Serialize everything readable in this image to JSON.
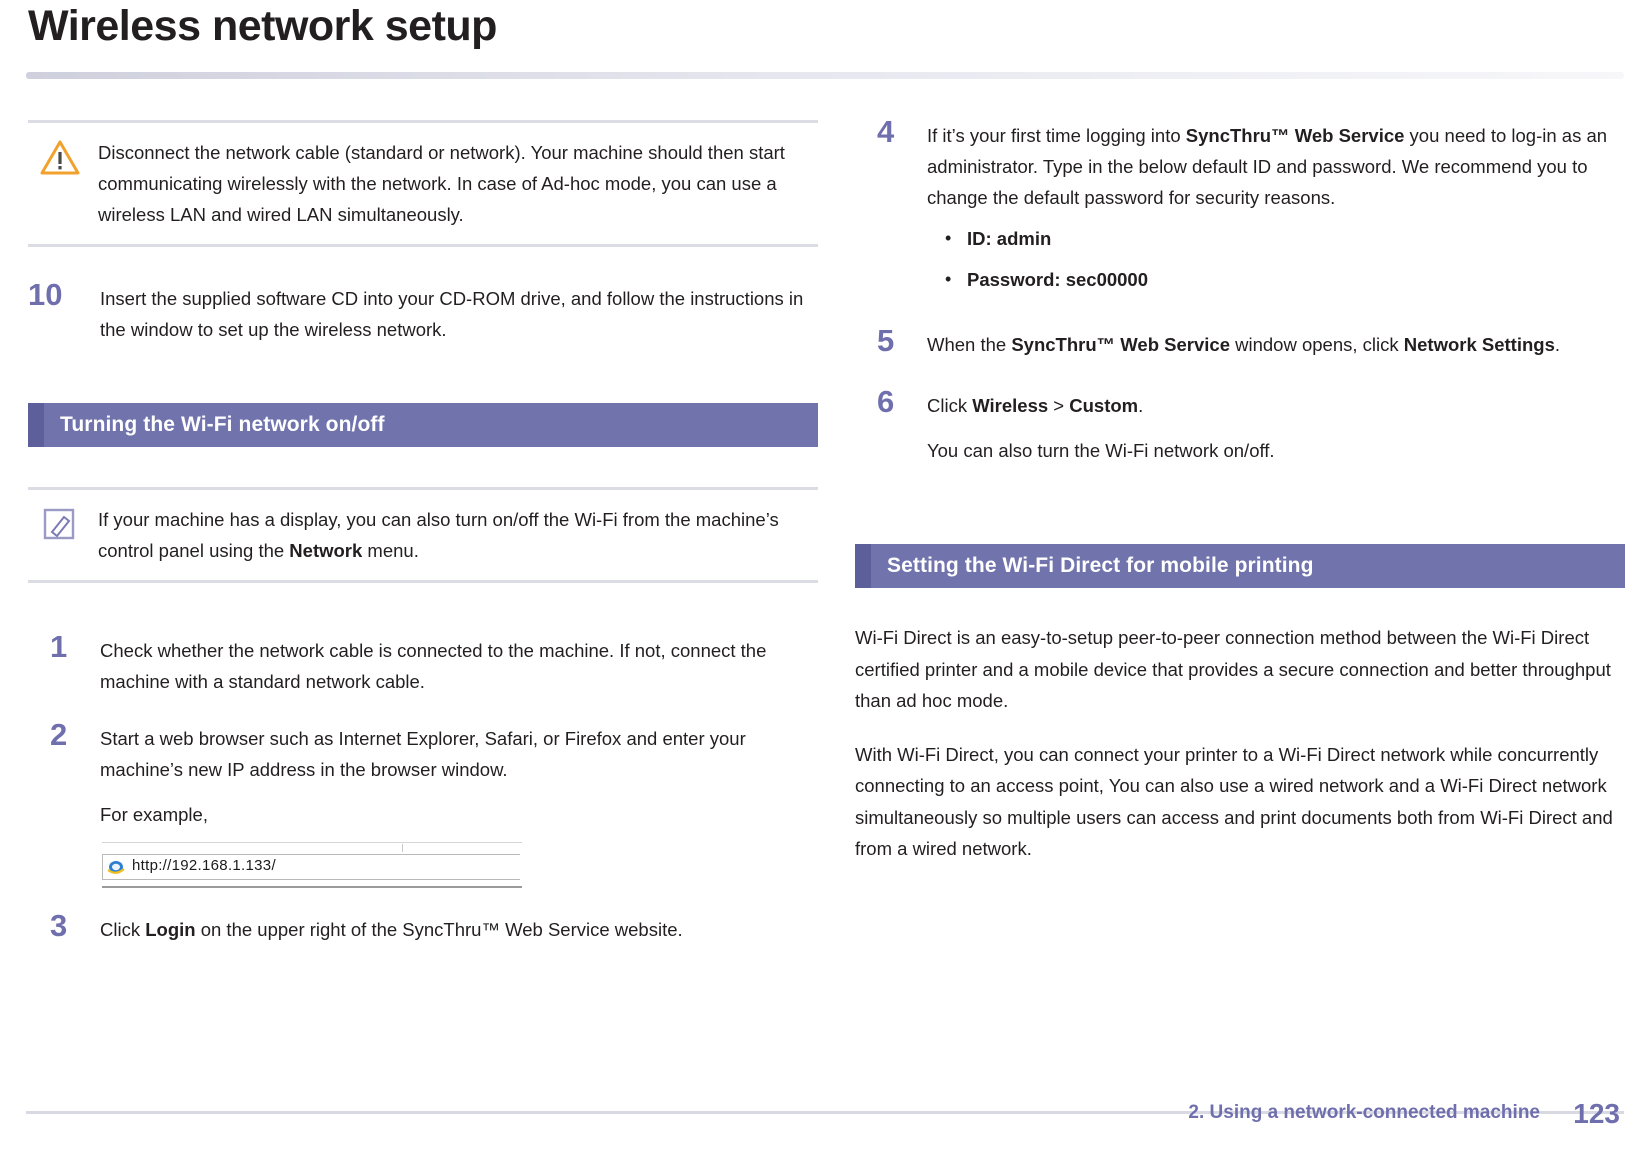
{
  "header": {
    "title": "Wireless network setup"
  },
  "left": {
    "note": {
      "icon": "warning-triangle-icon",
      "text": "Disconnect the network cable (standard or network). Your machine should then start communicating wirelessly with the network. In case of Ad-hoc mode, you can use a wireless LAN and wired LAN simultaneously."
    },
    "step10": {
      "number": "10",
      "text": "Insert the supplied software CD into your CD-ROM drive, and follow the instructions in the window to set up the wireless network."
    },
    "section_bar": "Turning the Wi-Fi network on/off",
    "tip": {
      "icon": "note-pencil-icon",
      "text_1": "If your machine has a display, you can also turn on/off the Wi-Fi from the machine’s control panel using the ",
      "bold": "Network",
      "text_2": " menu."
    },
    "step1": {
      "number": "1",
      "text": "Check whether the network cable is connected to the machine. If not, connect the machine with a standard network cable."
    },
    "step2": {
      "number": "2",
      "text": "Start a web browser such as Internet Explorer, Safari, or Firefox and enter your machine’s new IP address in the browser window.",
      "example_label": "For example,"
    },
    "address_bar": {
      "icon": "internet-explorer-icon",
      "url": "http://192.168.1.133/"
    },
    "step3": {
      "number": "3",
      "text_1": "Click ",
      "bold": "Login",
      "text_2": " on the upper right of the SyncThru™ Web Service website."
    }
  },
  "right": {
    "step4": {
      "number": "4",
      "text_1": "If it’s your first time logging into ",
      "bold_1": "SyncThru™ Web Service",
      "text_2": " you need to log-in as an administrator.  Type in the below default ID and password. We recommend you to change the default password for security reasons.",
      "bullets": [
        "ID: admin",
        "Password: sec00000"
      ]
    },
    "step5": {
      "number": "5",
      "text_1": "When the ",
      "bold_1": "SyncThru™ Web Service",
      "text_2": " window opens, click ",
      "bold_2": "Network Settings",
      "text_3": "."
    },
    "step6": {
      "number": "6",
      "text_1": "Click ",
      "bold_1": "Wireless",
      "text_2": " > ",
      "bold_2": "Custom",
      "text_3": ".",
      "sub": "You can also turn the Wi-Fi network on/off."
    },
    "section_bar": "Setting the Wi-Fi Direct for mobile printing",
    "para1": "Wi-Fi Direct is an easy-to-setup peer-to-peer connection method between the Wi-Fi Direct certified printer and a mobile device that provides a secure connection and better throughput than ad hoc mode.",
    "para2": "With Wi-Fi Direct, you can connect your printer to a Wi-Fi Direct network while concurrently connecting to an access point, You can also use a wired network and a Wi-Fi Direct network simultaneously so multiple users can access and print documents both from Wi-Fi Direct and from a wired network."
  },
  "footer": {
    "chapter": "2.  Using a network-connected machine",
    "page": "123"
  },
  "colors": {
    "accent": "#6f6fae",
    "section_bar": "#7173ad",
    "section_tab": "#5d5f9b",
    "rule": "#dcdde4"
  }
}
